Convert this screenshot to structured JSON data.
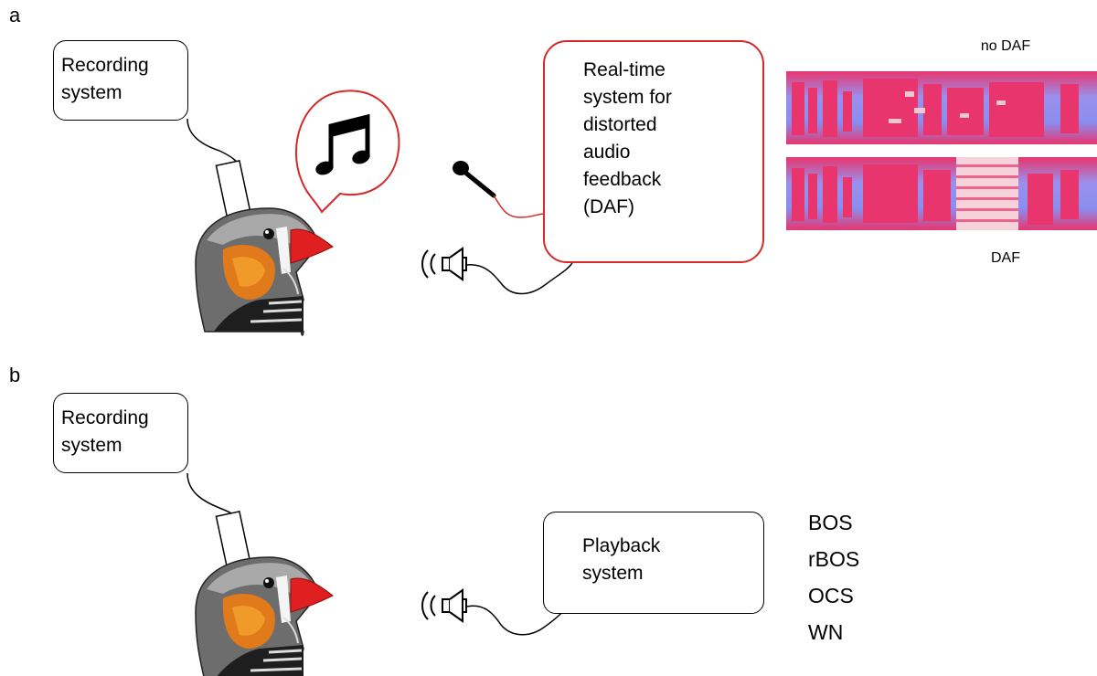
{
  "panel_a": {
    "letter": "a",
    "recording_box": "Recording\nsystem",
    "daf_box": "Real-time\nsystem for\ndistorted\naudio\nfeedback\n(DAF)",
    "spectrogram_top_label": "no DAF",
    "spectrogram_bottom_label": "DAF",
    "song_bubble_icon": "music-note-icon",
    "microphone_icon": "microphone-icon",
    "speaker_icon": "speaker-icon",
    "bird_icon": "zebra-finch-icon"
  },
  "panel_b": {
    "letter": "b",
    "recording_box": "Recording\nsystem",
    "playback_box": "Playback\nsystem",
    "stimuli": [
      "BOS",
      "rBOS",
      "OCS",
      "WN"
    ],
    "speaker_icon": "speaker-icon",
    "bird_icon": "zebra-finch-icon"
  },
  "colors": {
    "daf_accent": "#d42a2a",
    "spectrogram_background": "#8a8ef0",
    "spectrogram_signal": "#e8356e"
  }
}
